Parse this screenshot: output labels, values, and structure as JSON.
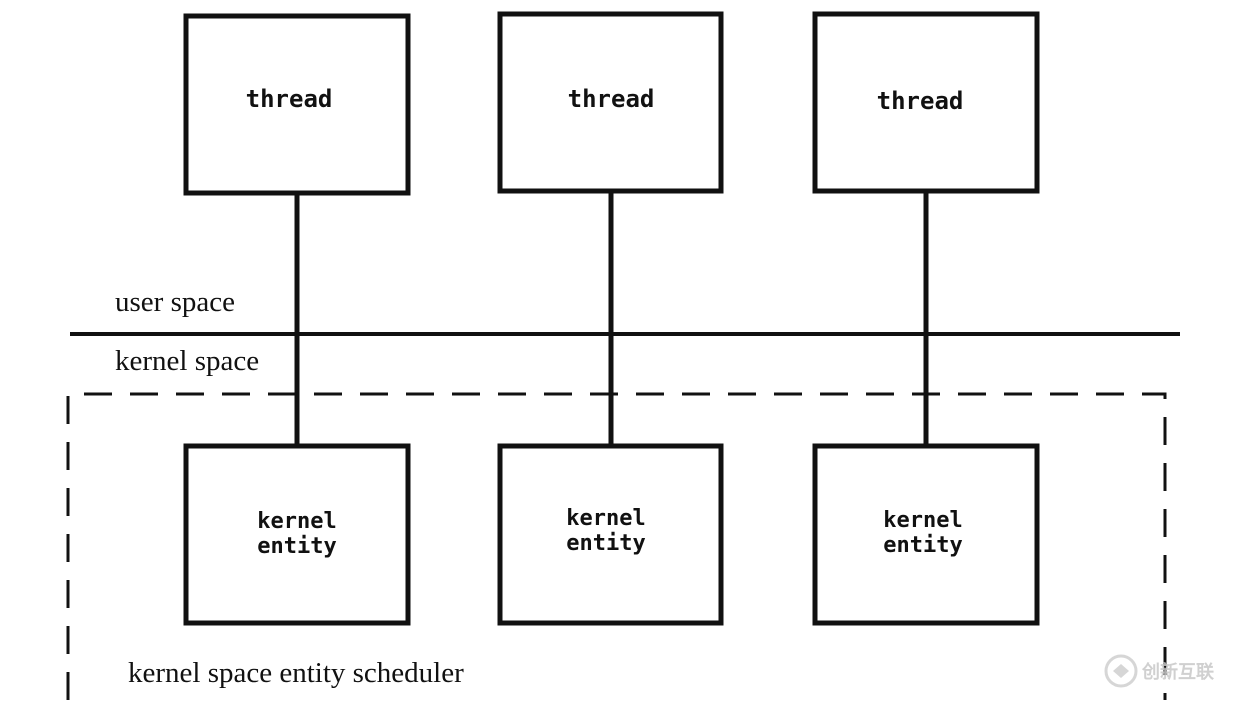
{
  "labels": {
    "user_space": "user space",
    "kernel_space": "kernel space",
    "scheduler": "kernel space entity scheduler"
  },
  "threads": [
    {
      "label": "thread"
    },
    {
      "label": "thread"
    },
    {
      "label": "thread"
    }
  ],
  "entities": [
    {
      "line1": "kernel",
      "line2": "entity"
    },
    {
      "line1": "kernel",
      "line2": "entity"
    },
    {
      "line1": "kernel",
      "line2": "entity"
    }
  ],
  "watermark": {
    "text": "创新互联"
  }
}
